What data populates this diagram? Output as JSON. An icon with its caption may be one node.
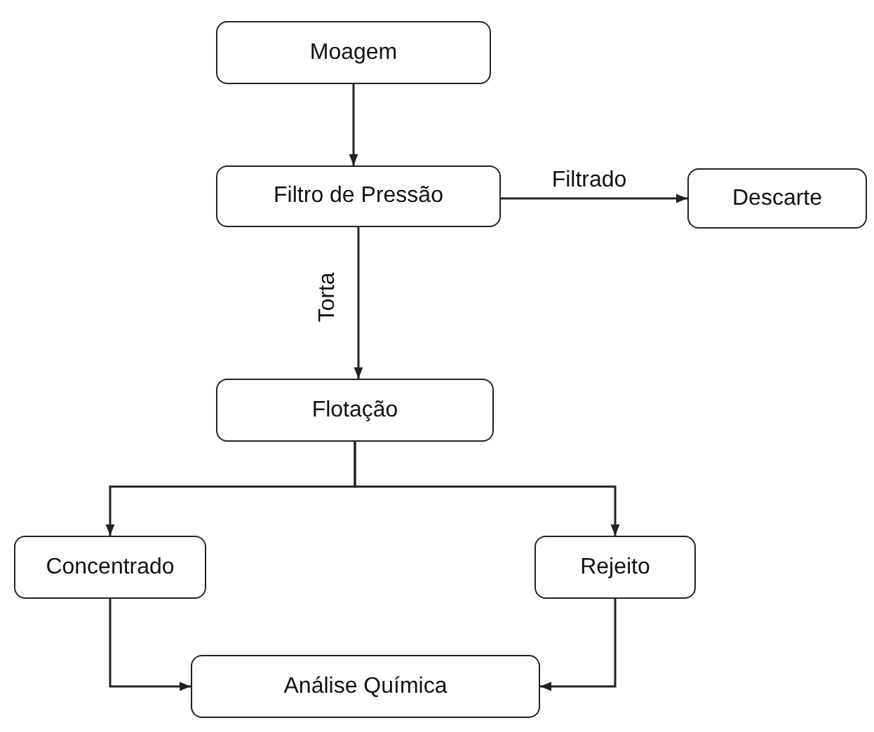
{
  "diagram": {
    "nodes": [
      {
        "text": [
          "Moagem"
        ]
      },
      {
        "text": [
          "Filtro de Pressão"
        ]
      },
      {
        "text": [
          "Descarte"
        ]
      },
      {
        "text": [
          "Flotação"
        ]
      },
      {
        "text": [
          "Concentrado"
        ]
      },
      {
        "text": [
          "Rejeito"
        ]
      },
      {
        "text": [
          "Análise Química"
        ]
      }
    ],
    "edges": [
      {
        "from": 0,
        "to": 1,
        "arrow": "to"
      },
      {
        "from": 1,
        "to": 2,
        "arrow": "to",
        "label": "Filtrado"
      },
      {
        "from": 1,
        "to": 3,
        "arrow": "to",
        "label": "Torta"
      },
      {
        "from": 3,
        "to": 4,
        "arrow": "to"
      },
      {
        "from": 3,
        "to": 5,
        "arrow": "to"
      },
      {
        "from": 4,
        "to": 6,
        "arrow": "to"
      },
      {
        "from": 5,
        "to": 6,
        "arrow": "to"
      }
    ]
  }
}
